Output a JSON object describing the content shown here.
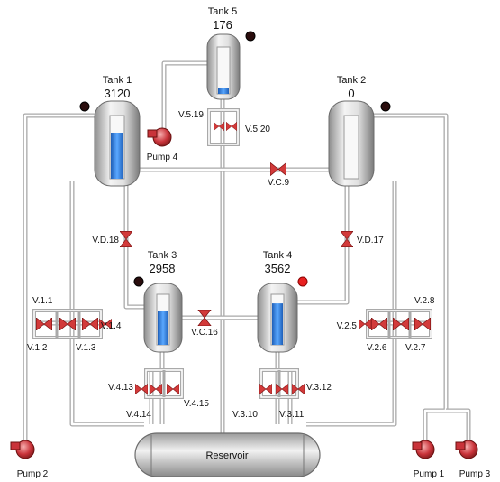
{
  "tanks": [
    {
      "id": "tank5",
      "name": "Tank 5",
      "value": "176",
      "level": 0.12,
      "indicator": "dark"
    },
    {
      "id": "tank1",
      "name": "Tank 1",
      "value": "3120",
      "level": 0.75,
      "indicator": "dark"
    },
    {
      "id": "tank2",
      "name": "Tank 2",
      "value": "0",
      "level": 0.0,
      "indicator": "dark"
    },
    {
      "id": "tank3",
      "name": "Tank 3",
      "value": "2958",
      "level": 0.7,
      "indicator": "dark"
    },
    {
      "id": "tank4",
      "name": "Tank 4",
      "value": "3562",
      "level": 0.85,
      "indicator": "red"
    }
  ],
  "valves": {
    "v519": "V.5.19",
    "v520": "V.5.20",
    "vc9": "V.C.9",
    "vd18": "V.D.18",
    "vd17": "V.D.17",
    "vc16": "V.C.16",
    "v11": "V.1.1",
    "v12": "V.1.2",
    "v13": "V.1.3",
    "v14": "V.1.4",
    "v25": "V.2.5",
    "v26": "V.2.6",
    "v27": "V.2.7",
    "v28": "V.2.8",
    "v413": "V.4.13",
    "v414": "V.4.14",
    "v415": "V.4.15",
    "v310": "V.3.10",
    "v311": "V.3.11",
    "v312": "V.3.12"
  },
  "pumps": {
    "pump1": "Pump 1",
    "pump2": "Pump 2",
    "pump3": "Pump 3",
    "pump4": "Pump 4"
  },
  "reservoir": {
    "label": "Reservoir"
  },
  "colors": {
    "liquid": "#2f80e0",
    "indicator_red": "#e82020",
    "indicator_dark": "#2a0d0d",
    "valve": "#d23a3a",
    "pump": "#c9333a"
  }
}
